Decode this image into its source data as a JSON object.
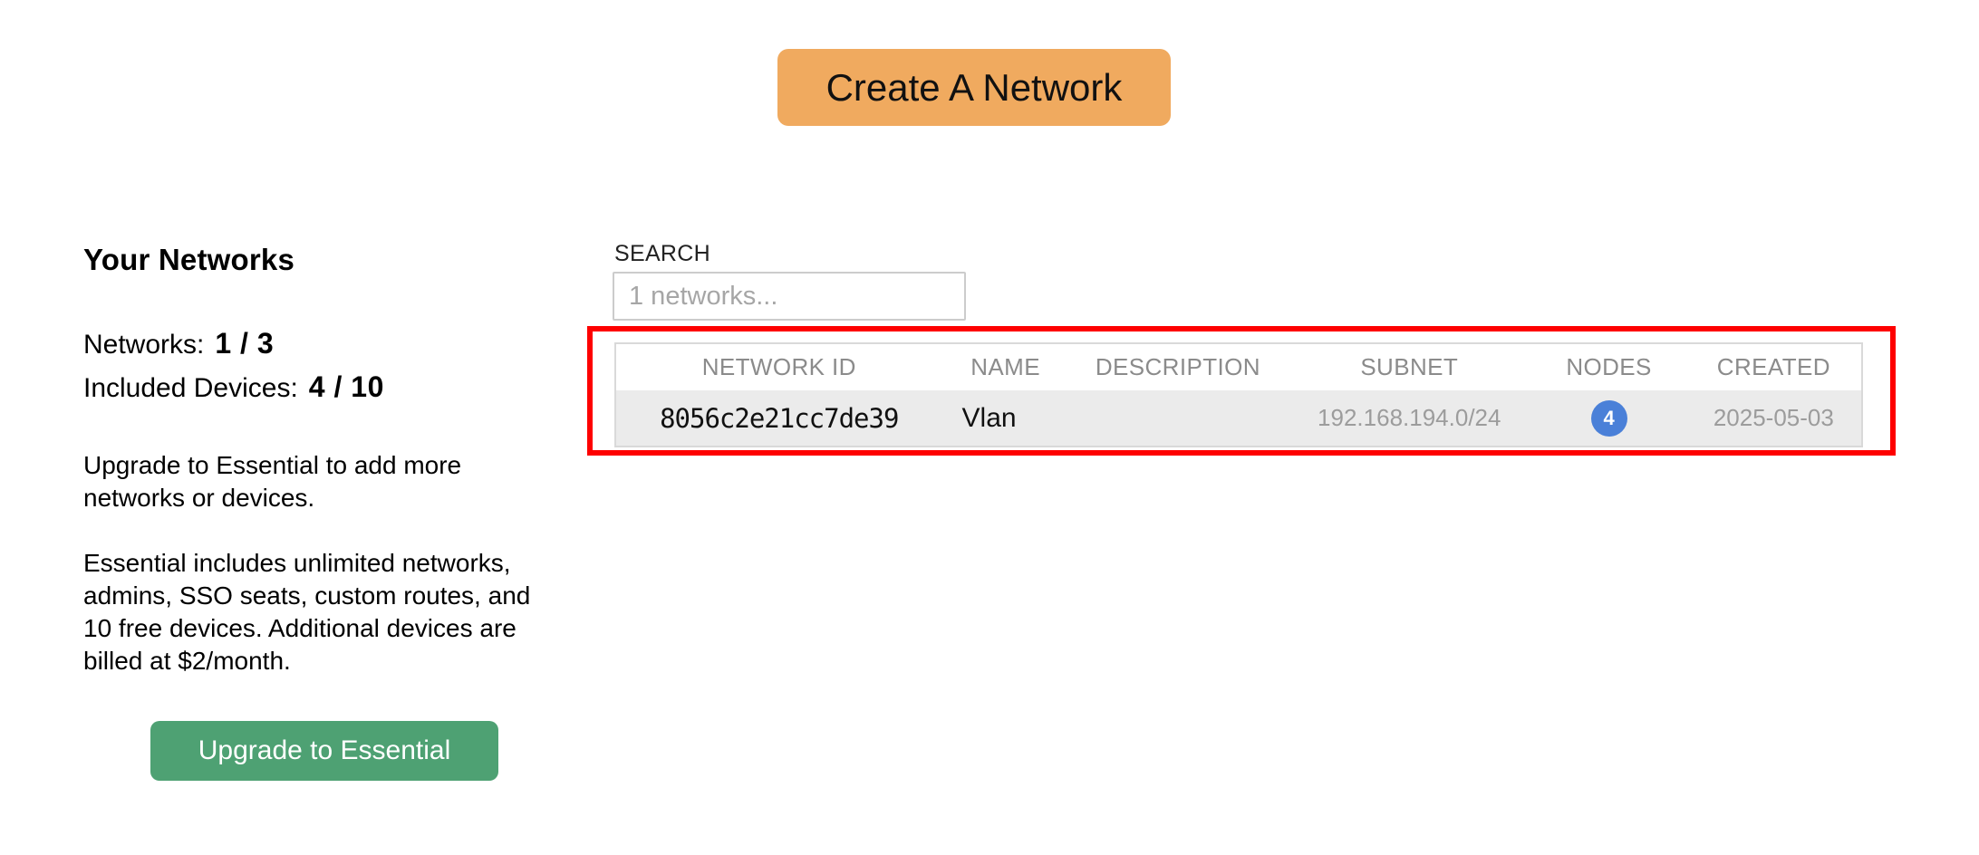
{
  "page": {
    "background": "#ffffff"
  },
  "colors": {
    "create_button_bg": "#f0aa5f",
    "upgrade_button_bg": "#4ea173",
    "nodes_badge_bg": "#4a80d8",
    "highlight_border": "#fe0000"
  },
  "header": {
    "create_button_label": "Create A Network"
  },
  "sidebar": {
    "title": "Your Networks",
    "stats": [
      {
        "label": "Networks:",
        "value": "1 / 3"
      },
      {
        "label": "Included Devices:",
        "value": "4 / 10"
      }
    ],
    "paragraphs": [
      "Upgrade to Essential to add more networks or devices.",
      "Essential includes unlimited networks, admins, SSO seats, custom routes, and 10 free devices. Additional devices are billed at $2/month."
    ],
    "upgrade_button_label": "Upgrade to Essential"
  },
  "networks": {
    "search_label": "SEARCH",
    "search_placeholder": "1 networks...",
    "table": {
      "columns": [
        "NETWORK ID",
        "NAME",
        "DESCRIPTION",
        "SUBNET",
        "NODES",
        "CREATED"
      ],
      "rows": [
        {
          "network_id": "8056c2e21cc7de39",
          "name": "Vlan",
          "description": "",
          "subnet": "192.168.194.0/24",
          "nodes": "4",
          "created": "2025-05-03"
        }
      ]
    }
  }
}
